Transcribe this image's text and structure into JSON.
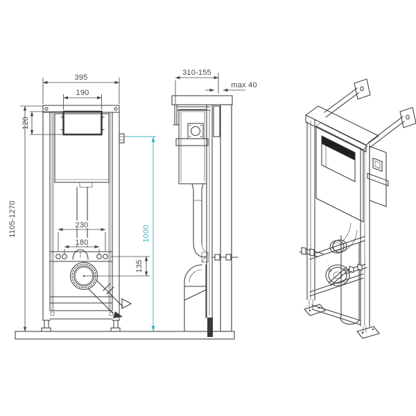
{
  "drawing": {
    "kind": "wc-installation-frame-technical-drawing",
    "colors": {
      "line": "#3a3a3a",
      "dim": "#474747",
      "accent": "#3fb4c6",
      "reveal": "#1f1f1f"
    }
  },
  "front_view": {
    "dims": {
      "overall_width": "395",
      "panel_width": "190",
      "panel_height": "120",
      "frame_height": "1105-1270",
      "bolt_spacing_outer": "230",
      "bolt_spacing_inner": "180",
      "outlet_height": "135",
      "flush_height": "1000"
    }
  },
  "side_view": {
    "dims": {
      "depth_range": "310-155",
      "finish_max": "max 40"
    }
  }
}
